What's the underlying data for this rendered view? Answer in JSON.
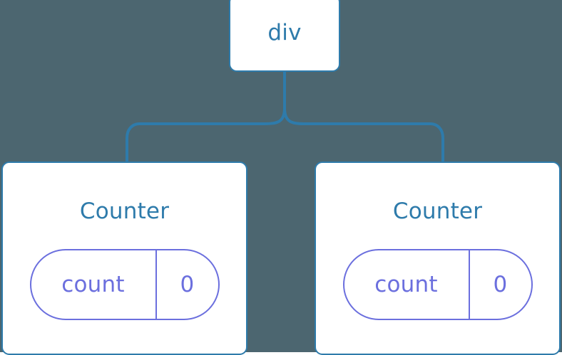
{
  "diagram": {
    "type": "component-tree",
    "background_color": "#4C6670",
    "node_border_color": "#2E7BAB",
    "node_fill_color": "#FFFFFF",
    "title_color": "#2E7BAB",
    "state_accent_color": "#6B6FDE",
    "connector_color": "#2E7BAB",
    "root": {
      "label": "div"
    },
    "children": [
      {
        "label": "Counter",
        "state": {
          "key": "count",
          "value": "0"
        }
      },
      {
        "label": "Counter",
        "state": {
          "key": "count",
          "value": "0"
        }
      }
    ]
  }
}
